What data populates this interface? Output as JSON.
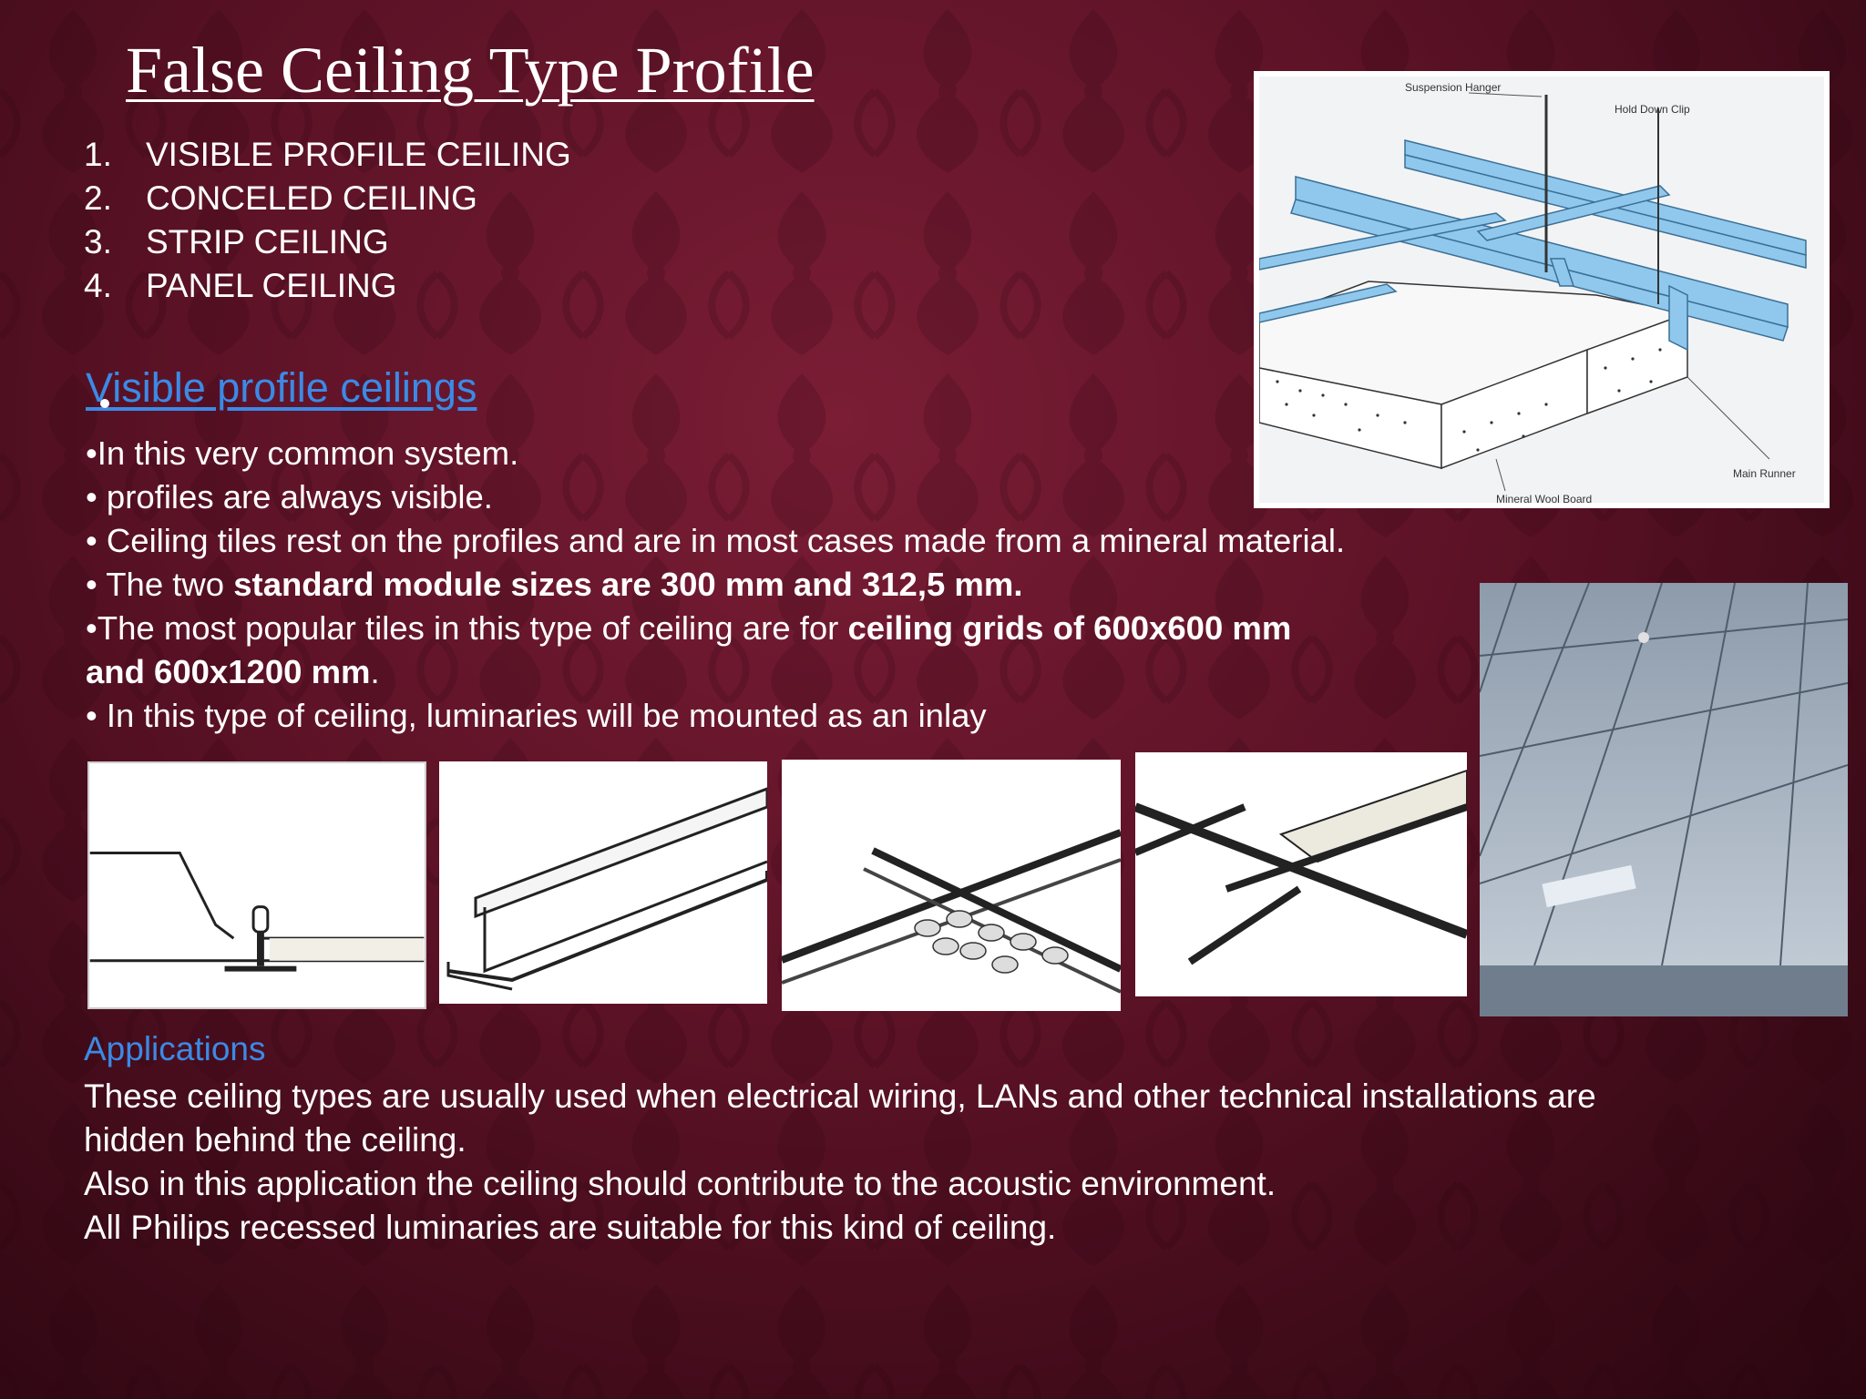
{
  "slide": {
    "title": "False Ceiling Type Profile",
    "types": [
      {
        "num": "1.",
        "label": "VISIBLE PROFILE  CEILING"
      },
      {
        "num": "2.",
        "label": "CONCELED CEILING"
      },
      {
        "num": "3.",
        "label": "STRIP CEILING"
      },
      {
        "num": "4.",
        "label": "PANEL CEILING"
      }
    ],
    "subheading": "Visible profile ceilings",
    "bullets": {
      "b1": "•In this very common system.",
      "b2": "• profiles are always visible.",
      "b3": "• Ceiling tiles rest on the profiles and are in most cases made from a mineral material.",
      "b4_pre": "• The two ",
      "b4_bold": "standard module sizes are 300 mm and 312,5 mm.",
      "b5_pre": "•The most popular tiles in this type of ceiling are for ",
      "b5_bold": "ceiling grids of 600x600 mm",
      "b5_bold2": "and 600x1200 mm",
      "b5_post": ".",
      "b6": "• In this type of ceiling, luminaries will be mounted as an inlay"
    },
    "applications_heading": "Applications",
    "applications": {
      "l1": "These ceiling types are usually used when electrical wiring, LANs and other technical installations are",
      "l2": "hidden behind the ceiling.",
      "l3": " Also in this application the ceiling should contribute to the acoustic environment.",
      "l4": " All Philips recessed luminaries are suitable for this kind of ceiling."
    },
    "diagram_labels": {
      "suspension_hanger": "Suspension Hanger",
      "hold_down_clip": "Hold Down Clip",
      "main_runner": "Main Runner",
      "mineral_wool_board": "Mineral Wool Board"
    }
  },
  "colors": {
    "background": "#5c1226",
    "link_blue": "#3b8ae6",
    "text": "#ffffff",
    "profile_blue": "#8fc8ec"
  }
}
